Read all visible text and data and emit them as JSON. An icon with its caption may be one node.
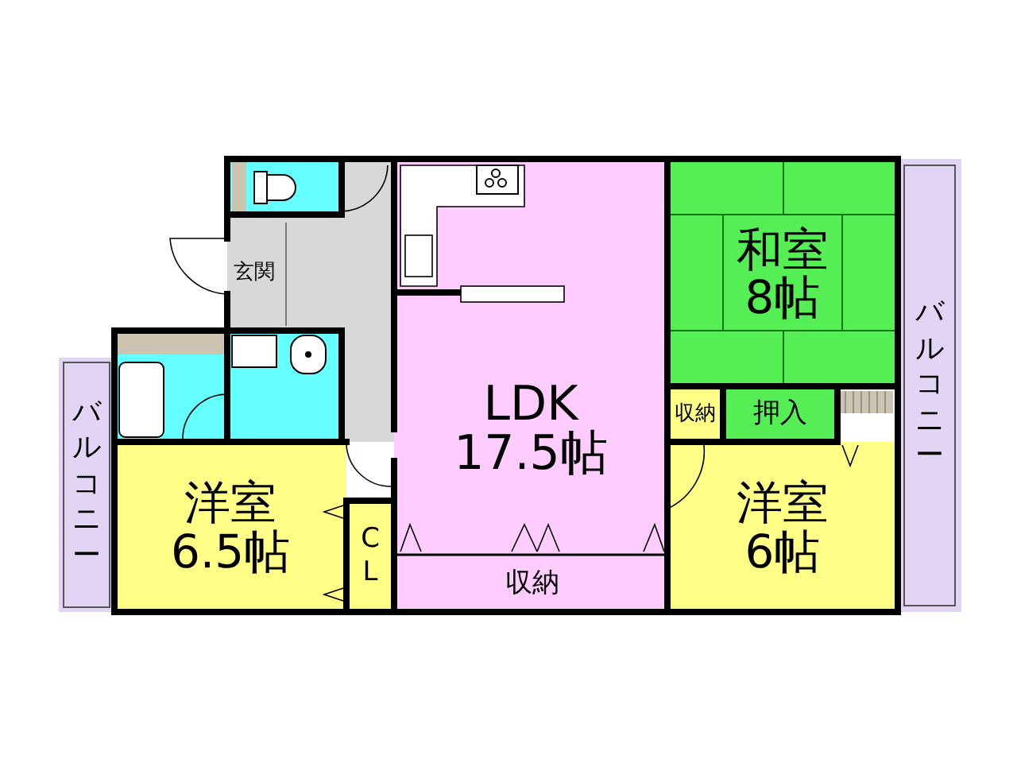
{
  "diagram": {
    "nodes": [
      {
        "text": [
          "玄関"
        ]
      },
      {
        "text": [
          "LDK",
          "17.5帖"
        ]
      },
      {
        "text": [
          "和室",
          "8帖"
        ]
      },
      {
        "text": [
          "収納"
        ]
      },
      {
        "text": [
          "押入"
        ]
      },
      {
        "text": [
          "洋室",
          "6帖"
        ]
      },
      {
        "text": [
          "バルコニー"
        ]
      },
      {
        "text": [
          "バルコニー"
        ]
      },
      {
        "text": [
          "洋室",
          "6.5帖"
        ]
      },
      {
        "text": [
          "CL"
        ]
      },
      {
        "text": [
          "収納"
        ],
        "in": 1
      }
    ]
  }
}
